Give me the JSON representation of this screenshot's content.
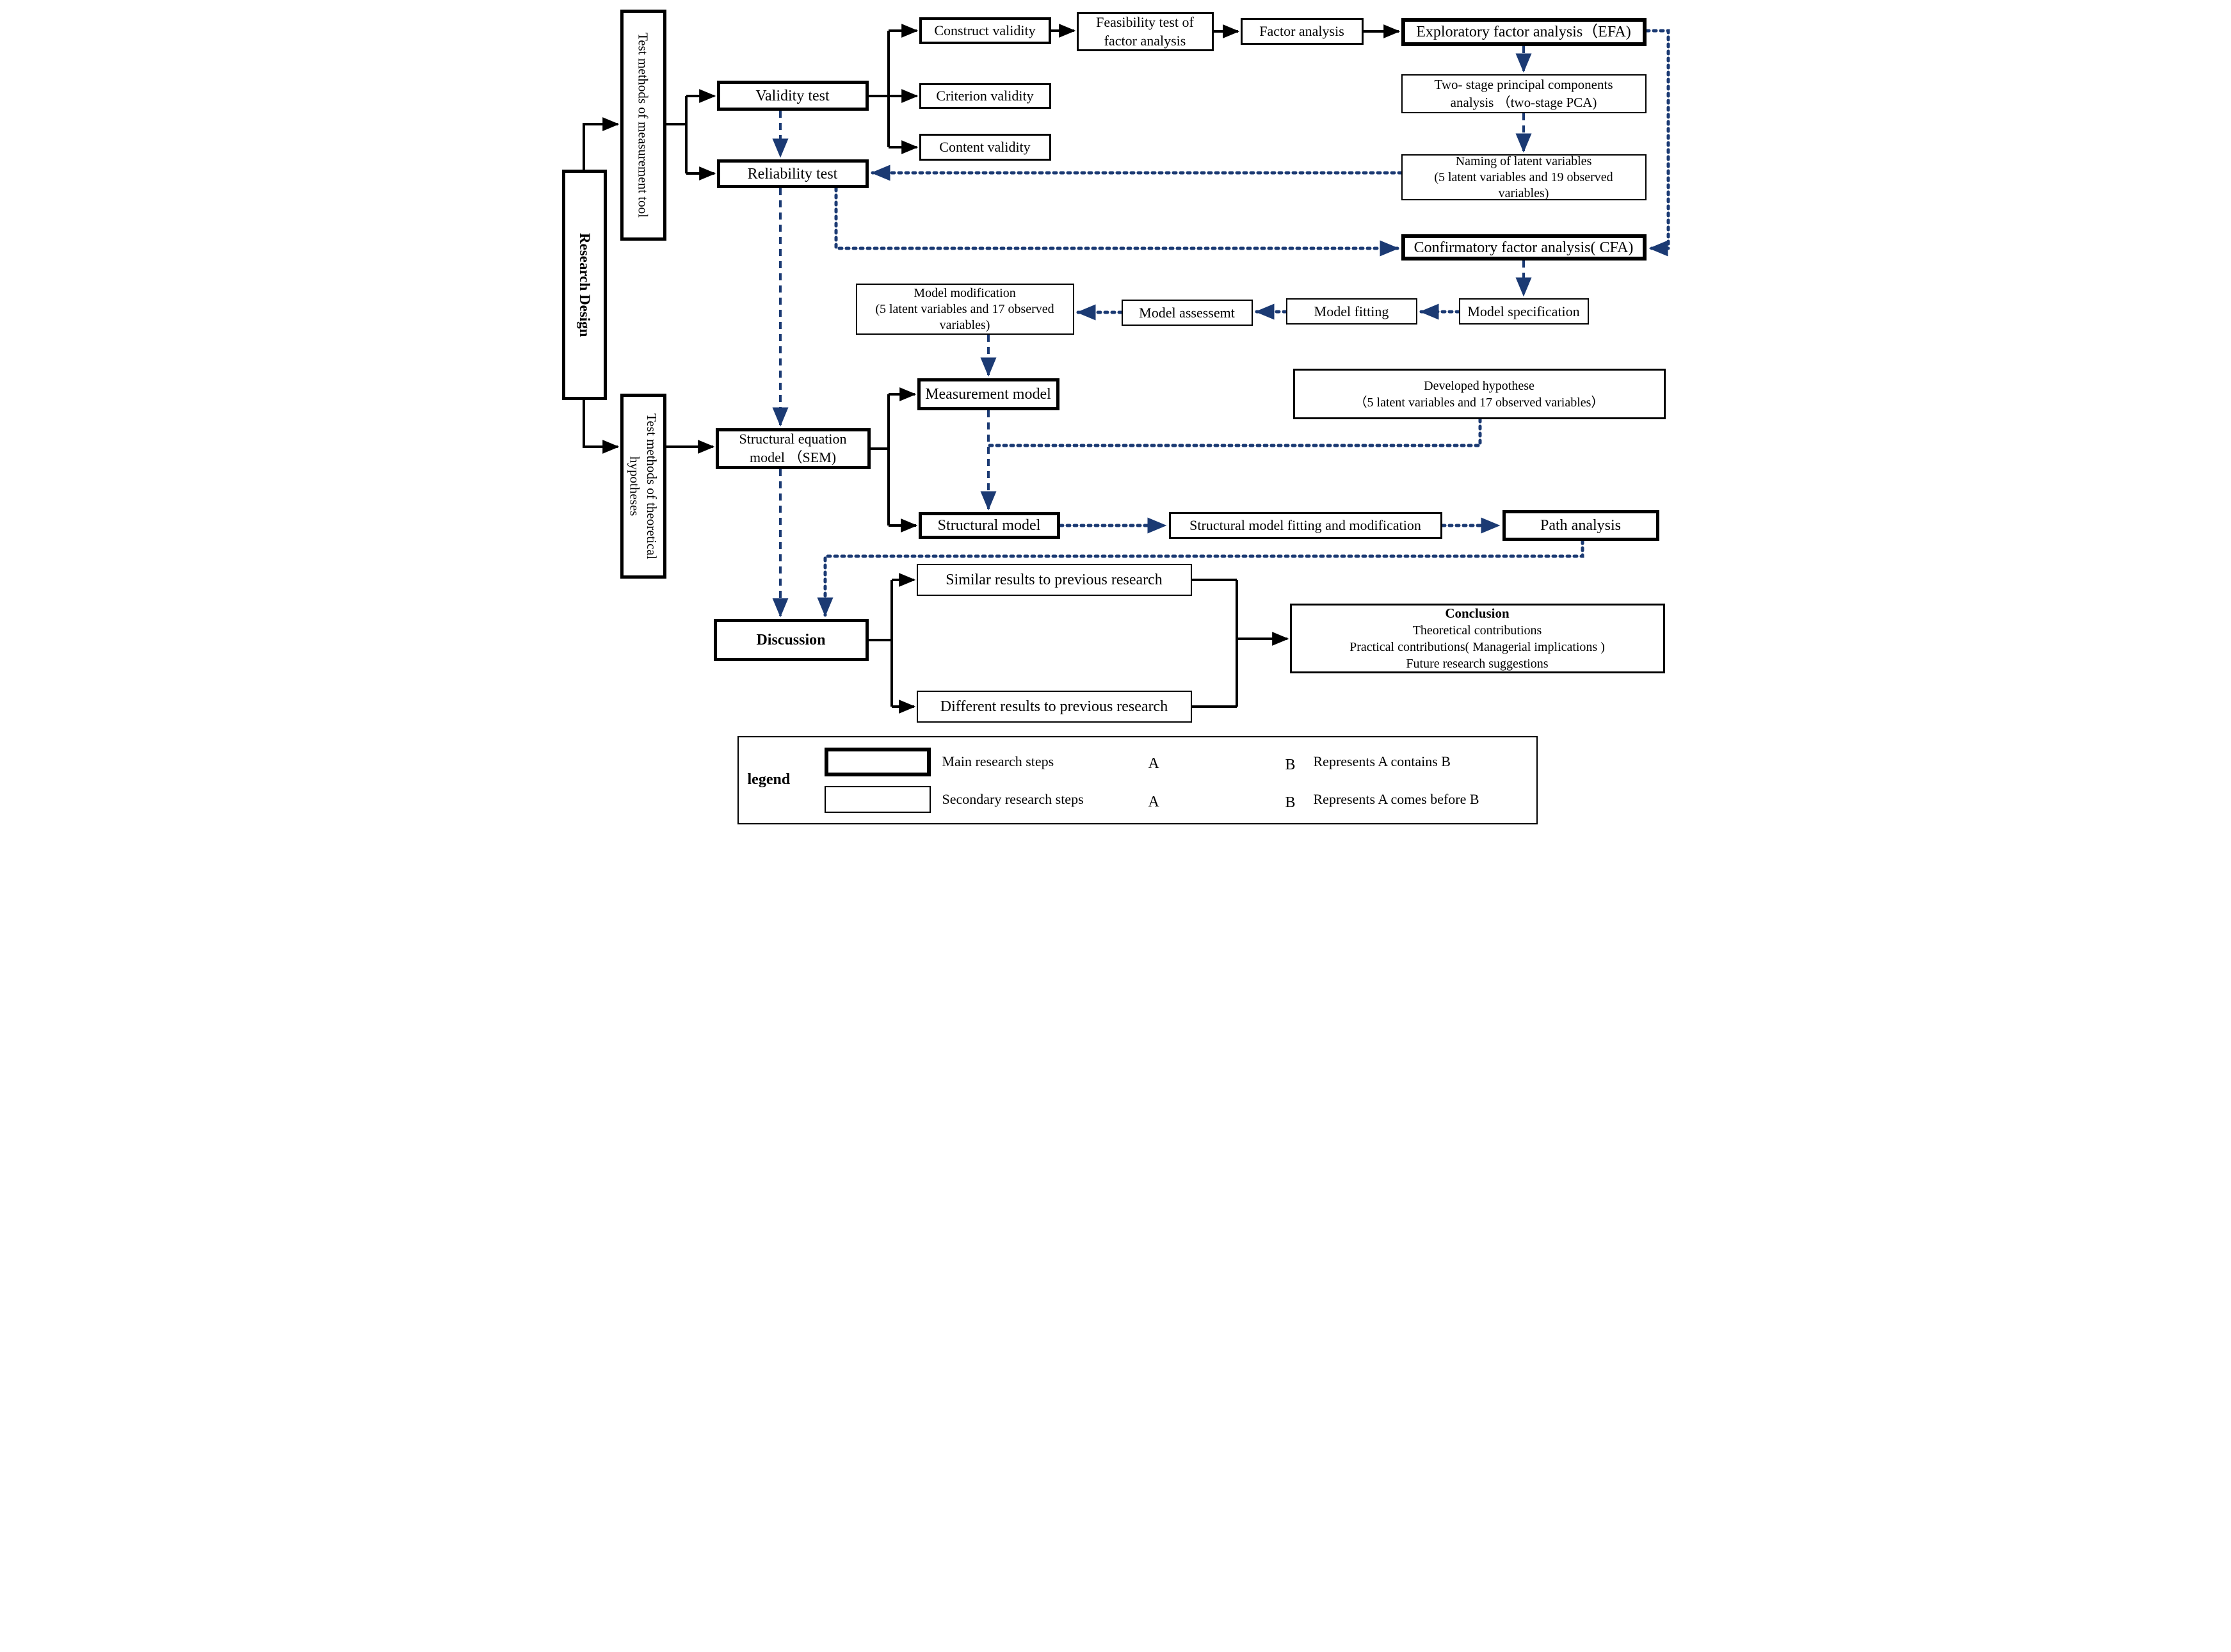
{
  "nodes": {
    "research_design": {
      "label": "Research Design"
    },
    "tm_measurement": {
      "label": "Test methods of measurement tool"
    },
    "tm_theoretical": {
      "label": "Test methods of theoretical hypotheses"
    },
    "validity_test": {
      "label": "Validity test"
    },
    "reliability_test": {
      "label": "Reliability test"
    },
    "construct_validity": {
      "label": "Construct validity"
    },
    "criterion_validity": {
      "label": "Criterion validity"
    },
    "content_validity": {
      "label": "Content validity"
    },
    "feasibility": {
      "lines": [
        "Feasibility test of",
        "factor analysis"
      ]
    },
    "factor_analysis": {
      "label": "Factor analysis"
    },
    "efa": {
      "label": "Exploratory factor analysis（EFA)"
    },
    "two_stage_pca": {
      "lines": [
        "Two- stage principal components",
        "analysis （two-stage PCA)"
      ]
    },
    "naming": {
      "lines": [
        "Naming of latent variables",
        "(5 latent variables and 19 observed",
        "variables)"
      ]
    },
    "cfa": {
      "label": "Confirmatory factor analysis( CFA)"
    },
    "model_specification": {
      "label": "Model specification"
    },
    "model_fitting": {
      "label": "Model fitting"
    },
    "model_assessment": {
      "label": "Model assessemt"
    },
    "model_modification": {
      "lines": [
        "Model modification",
        "(5 latent variables and 17 observed",
        "variables)"
      ]
    },
    "developed_hypothese": {
      "lines": [
        "Developed hypothese",
        "（5 latent variables and 17  observed variables）"
      ]
    },
    "sem": {
      "lines": [
        "Structural equation",
        "model （SEM)"
      ]
    },
    "measurement_model": {
      "label": "Measurement model"
    },
    "structural_model": {
      "label": "Structural model"
    },
    "smfm": {
      "label": "Structural model fitting and modification"
    },
    "path_analysis": {
      "label": "Path analysis"
    },
    "similar_results": {
      "label": "Similar results to previous research"
    },
    "different_results": {
      "label": "Different results to previous research"
    },
    "discussion": {
      "label": "Discussion"
    },
    "conclusion": {
      "lines": [
        "Conclusion",
        "Theoretical contributions",
        "Practical contributions( Managerial implications )",
        "Future research suggestions"
      ]
    }
  },
  "legend": {
    "label": "legend",
    "main_steps": "Main research steps",
    "secondary_steps": "Secondary research steps",
    "a": "A",
    "b": "B",
    "contains": "Represents A contains B",
    "before": "Represents A comes before B"
  },
  "colors": {
    "solid_line": "#000000",
    "dashed_line": "#1b3a73"
  }
}
